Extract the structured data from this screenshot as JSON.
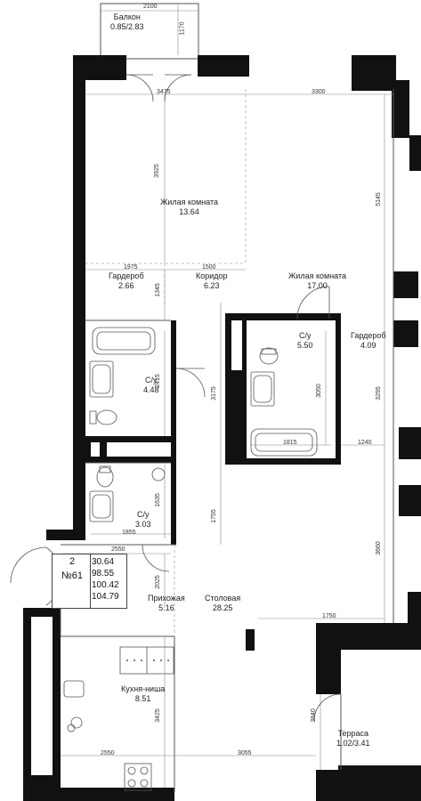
{
  "apartment": {
    "number": "2",
    "code": "№61",
    "areas": [
      "30.64",
      "98.55",
      "100.42",
      "104.79"
    ]
  },
  "rooms": {
    "balcony": {
      "name": "Балкон",
      "area": "0.85/2.83"
    },
    "living1": {
      "name": "Жилая комната",
      "area": "13.64"
    },
    "wardrobe1": {
      "name": "Гардероб",
      "area": "2.66"
    },
    "corridor": {
      "name": "Коридор",
      "area": "6.23"
    },
    "living2": {
      "name": "Жилая комната",
      "area": "17.00"
    },
    "bath3": {
      "name": "С/у",
      "area": "5.50"
    },
    "wardrobe2": {
      "name": "Гардероб",
      "area": "4.09"
    },
    "bath1": {
      "name": "С/у",
      "area": "4.48"
    },
    "bath2": {
      "name": "С/у",
      "area": "3.03"
    },
    "hall": {
      "name": "Прихожая",
      "area": "5.16"
    },
    "dining": {
      "name": "Столовая",
      "area": "28.25"
    },
    "kitchen": {
      "name": "Кухня-ниша",
      "area": "8.51"
    },
    "terrace": {
      "name": "Терраса",
      "area": "1.02/3.41"
    }
  },
  "dimensions": {
    "balcony_w": "2100",
    "balcony_h": "1170",
    "top_left": "3475",
    "top_right": "3300",
    "living1_h": "3925",
    "wardrobe1_w": "1975",
    "corridor_w": "1500",
    "corridor_h": "1345",
    "right_upper": "5145",
    "bath1_h": "2415",
    "center_v": "3175",
    "bath3_h": "3050",
    "right_mid": "3295",
    "bath3_w": "1815",
    "gap_w": "1240",
    "bath2_h": "1635",
    "center_v2": "1755",
    "bath2_w": "1855",
    "hall_w": "2550",
    "right_lower": "3660",
    "hall_h": "2025",
    "dining_w": "1750",
    "terrace_h": "3840",
    "kitchen_h": "3425",
    "bottom_left": "2550",
    "bottom_right": "3055"
  },
  "colors": {
    "wall": "#111111",
    "line": "#555555",
    "dash": "#aaaaaa"
  }
}
